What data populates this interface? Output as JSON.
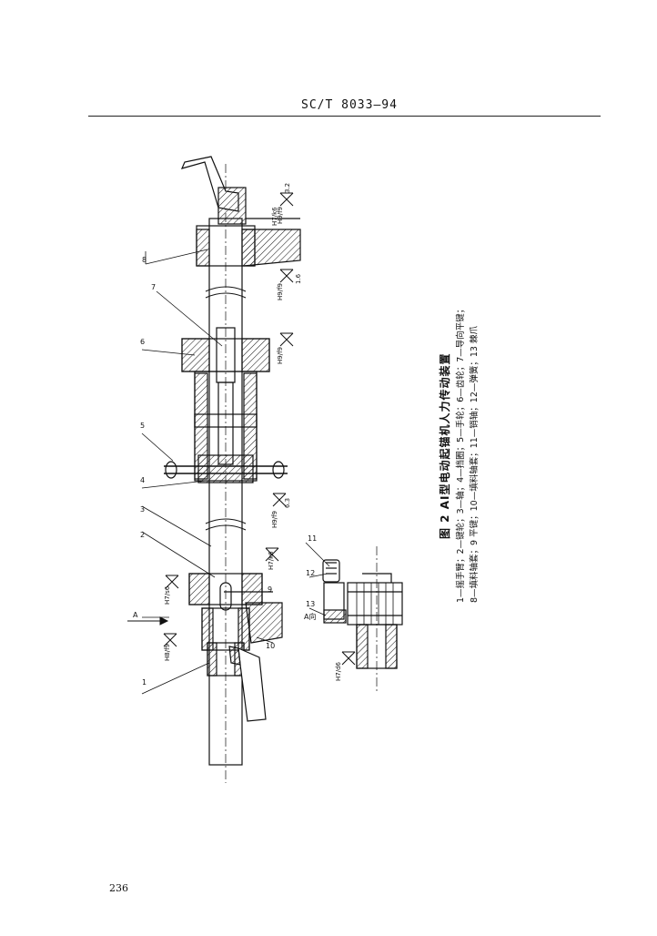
{
  "header": {
    "standard_code": "SC/T 8033—94"
  },
  "figure": {
    "title": "图 2 AⅠ型电动起锚机人力传动装置",
    "legend_line_1": "1—摇手臂；2—键轮；3—轴；4—挡圈；5—手轮；6—齿轮；7—导向平键；",
    "legend_line_2": "8—填料轴套；9 平键；10—填料轴套；11—销轴；12—弹簧；13 棘爪",
    "part_labels": [
      "1",
      "2",
      "3",
      "4",
      "5",
      "6",
      "7",
      "8",
      "9",
      "10",
      "11",
      "12",
      "13"
    ],
    "section_label": "A",
    "section_view_label": "A向",
    "fits": [
      "H7/s6",
      "H8/f9",
      "H7/k6",
      "H9/f9",
      "H9/f9",
      "H9/f9",
      "H9/f9",
      "H7/d6",
      "H7/k6"
    ],
    "roughness_values": [
      "3.2",
      "1.6",
      "6.3"
    ]
  },
  "footer": {
    "page_number": "236"
  }
}
